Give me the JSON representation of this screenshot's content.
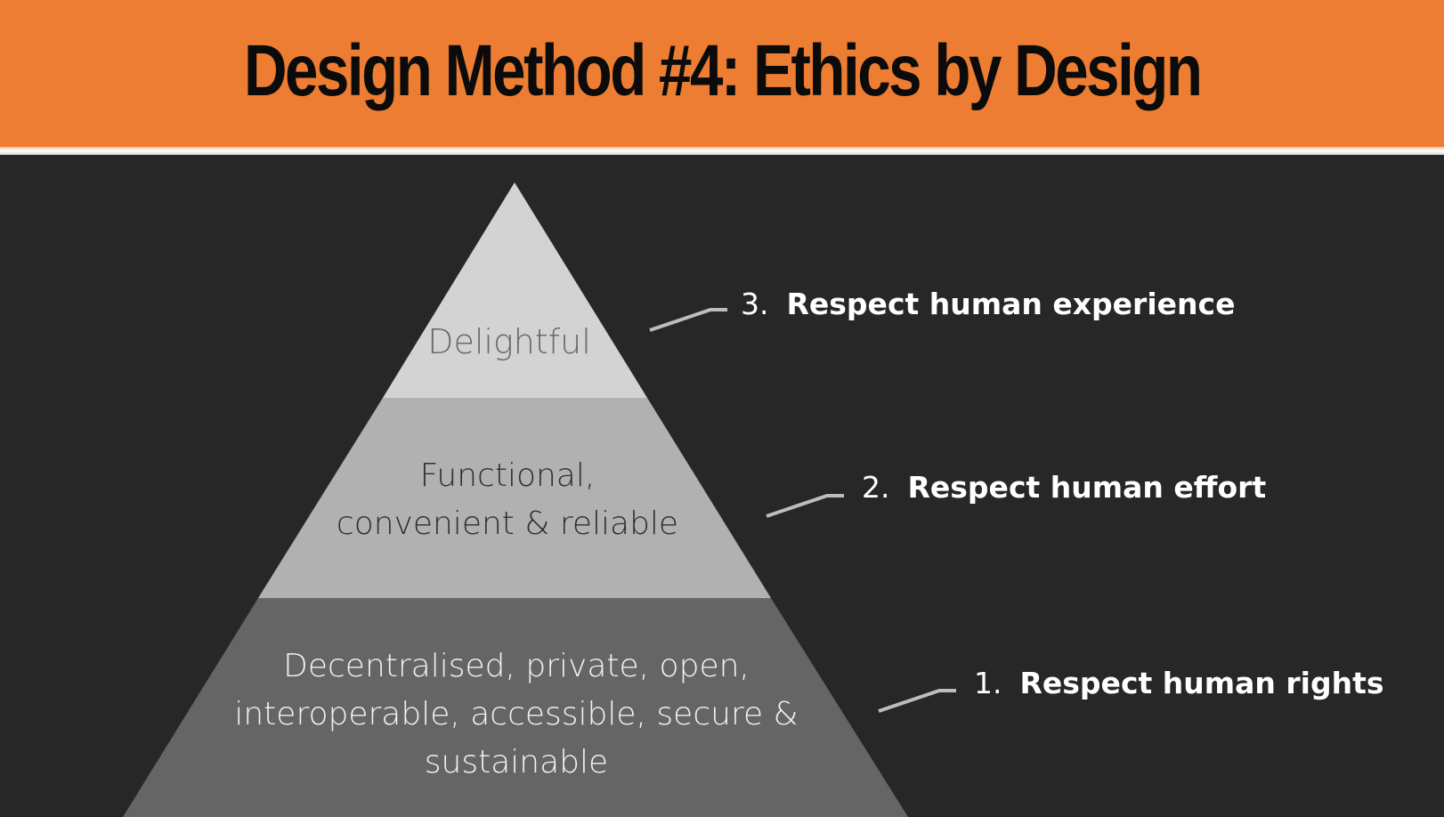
{
  "header": {
    "title": "Design Method #4: Ethics by Design",
    "color": "#ec7d32"
  },
  "pyramid": {
    "tiers": [
      {
        "level": 3,
        "lines": [
          "Delightful"
        ],
        "fill": "#d3d3d3",
        "label_number": "3.",
        "label_text": "Respect human experience"
      },
      {
        "level": 2,
        "lines": [
          "Functional,",
          "convenient & reliable"
        ],
        "fill": "#b1b1b1",
        "label_number": "2.",
        "label_text": "Respect human effort"
      },
      {
        "level": 1,
        "lines": [
          "Decentralised, private, open,",
          "interoperable, accessible, secure &",
          "sustainable"
        ],
        "fill": "#656565",
        "label_number": "1.",
        "label_text": "Respect human rights"
      }
    ]
  },
  "colors": {
    "background": "#272727",
    "leader_line": "#bdbdbd",
    "label_text": "#ffffff"
  }
}
